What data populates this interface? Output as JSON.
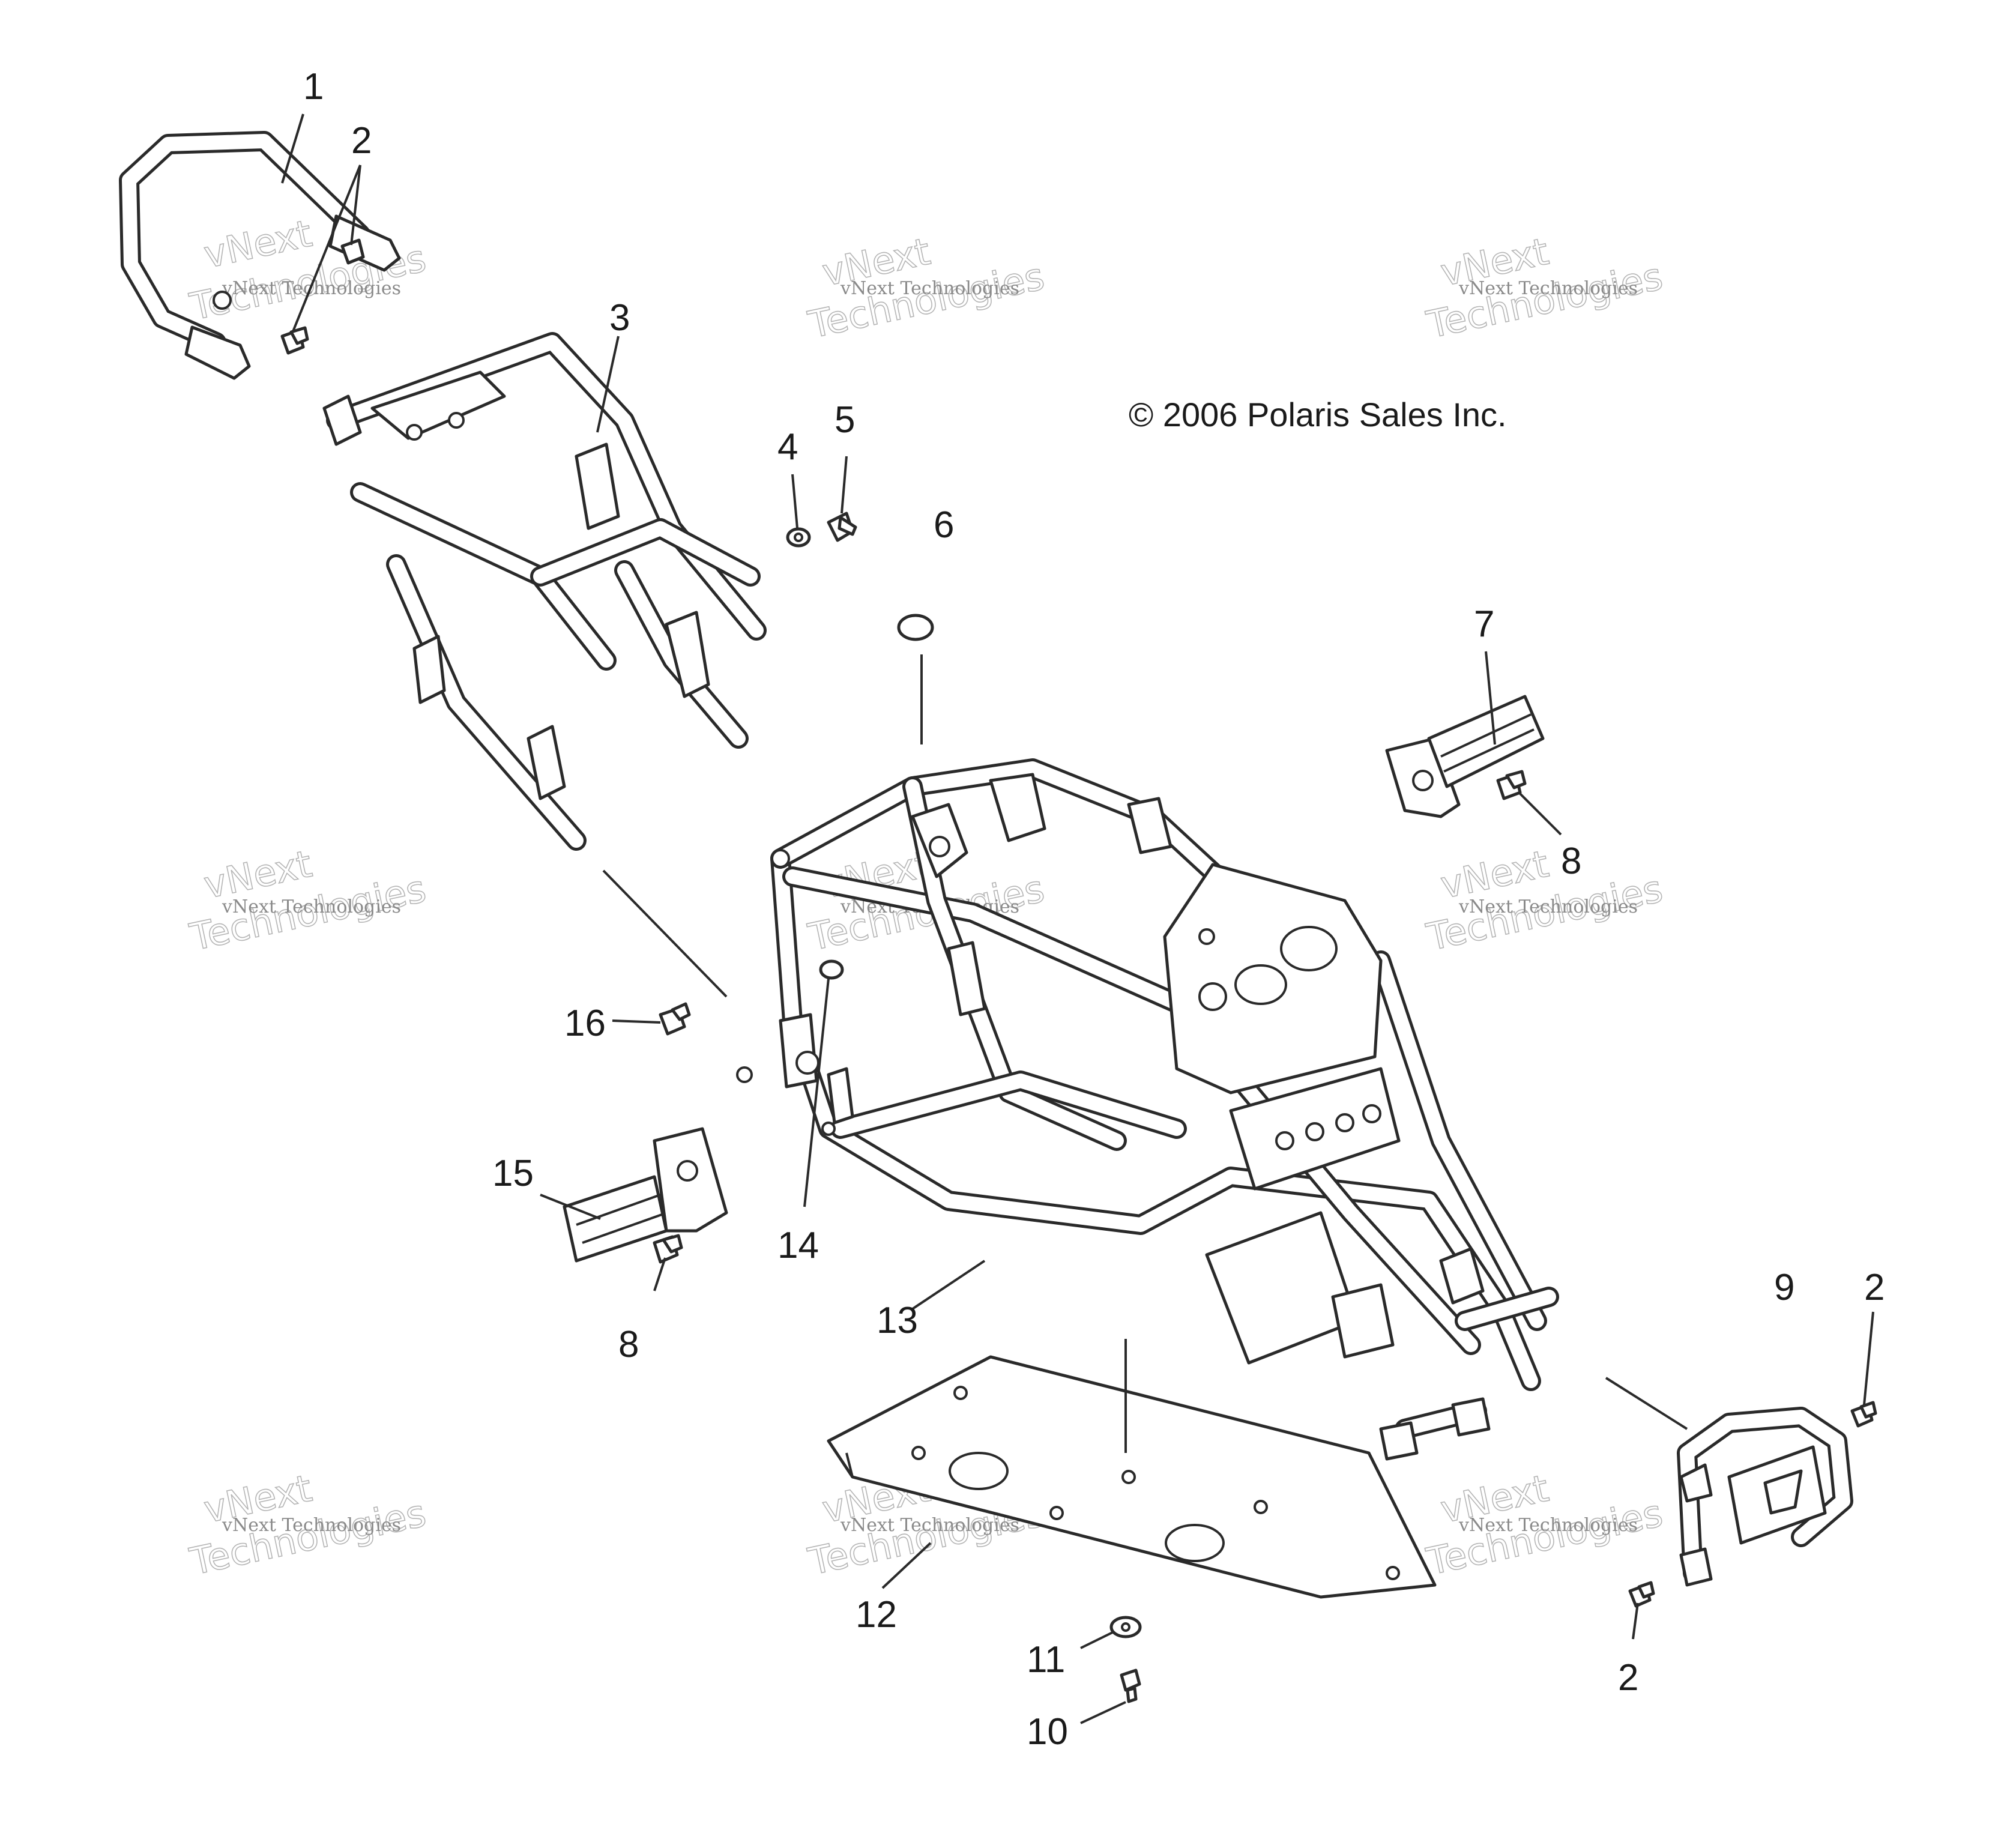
{
  "copyright": "© 2006 Polaris Sales Inc.",
  "watermark": {
    "line1": "vNext Technologies",
    "line2": "vNext",
    "line3": "Technologies"
  },
  "callouts": [
    {
      "id": "c1",
      "text": "1"
    },
    {
      "id": "c2a",
      "text": "2"
    },
    {
      "id": "c3",
      "text": "3"
    },
    {
      "id": "c4",
      "text": "4"
    },
    {
      "id": "c5",
      "text": "5"
    },
    {
      "id": "c6",
      "text": "6"
    },
    {
      "id": "c7",
      "text": "7"
    },
    {
      "id": "c8a",
      "text": "8"
    },
    {
      "id": "c16",
      "text": "16"
    },
    {
      "id": "c15",
      "text": "15"
    },
    {
      "id": "c14",
      "text": "14"
    },
    {
      "id": "c8b",
      "text": "8"
    },
    {
      "id": "c13",
      "text": "13"
    },
    {
      "id": "c9",
      "text": "9"
    },
    {
      "id": "c2b",
      "text": "2"
    },
    {
      "id": "c12",
      "text": "12"
    },
    {
      "id": "c11",
      "text": "11"
    },
    {
      "id": "c10",
      "text": "10"
    },
    {
      "id": "c2c",
      "text": "2"
    }
  ]
}
